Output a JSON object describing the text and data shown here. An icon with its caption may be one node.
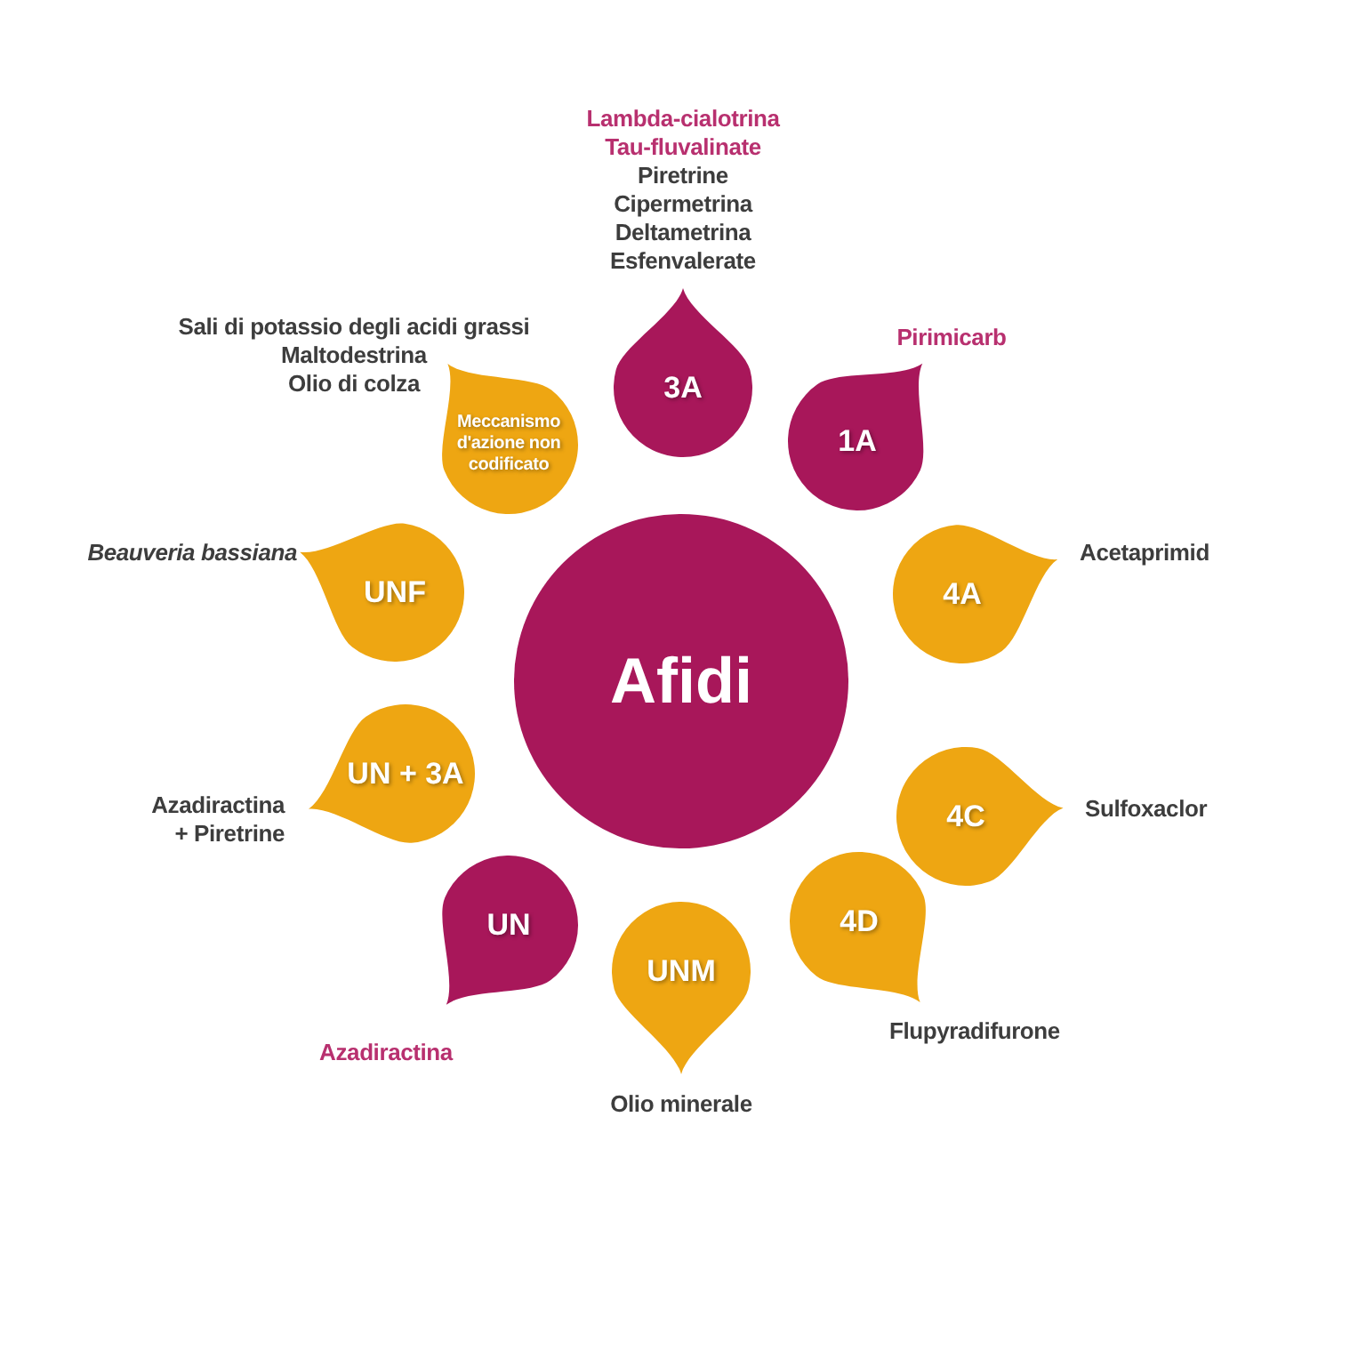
{
  "diagram": {
    "nodes": [
      {
        "text": [
          "Afidi"
        ]
      },
      {
        "text": [
          "3A"
        ],
        "beside": [
          "Lambda-cialotrina",
          "Tau-fluvalinate",
          "Piretrine",
          "Cipermetrina",
          "Deltametrina",
          "Esfenvalerate"
        ]
      },
      {
        "text": [
          "1A"
        ],
        "beside": [
          "Pirimicarb"
        ]
      },
      {
        "text": [
          "4A"
        ],
        "beside": [
          "Acetaprimid"
        ]
      },
      {
        "text": [
          "4C"
        ],
        "beside": [
          "Sulfoxaclor"
        ]
      },
      {
        "text": [
          "4D"
        ],
        "beside": [
          "Flupyradifurone"
        ]
      },
      {
        "text": [
          "UNM"
        ],
        "beside": [
          "Olio minerale"
        ]
      },
      {
        "text": [
          "UN"
        ],
        "beside": [
          "Azadiractina"
        ]
      },
      {
        "text": [
          "UN + 3A"
        ],
        "beside": [
          "Azadiractina + Piretrine"
        ]
      },
      {
        "text": [
          "UNF"
        ],
        "beside": [
          "Beauveria bassiana"
        ]
      },
      {
        "text": [
          "Meccanismo d'azione non codificato"
        ],
        "beside": [
          "Sali di potassio degli acidi grassi",
          "Maltodestrina",
          "Olio di colza"
        ]
      }
    ]
  }
}
